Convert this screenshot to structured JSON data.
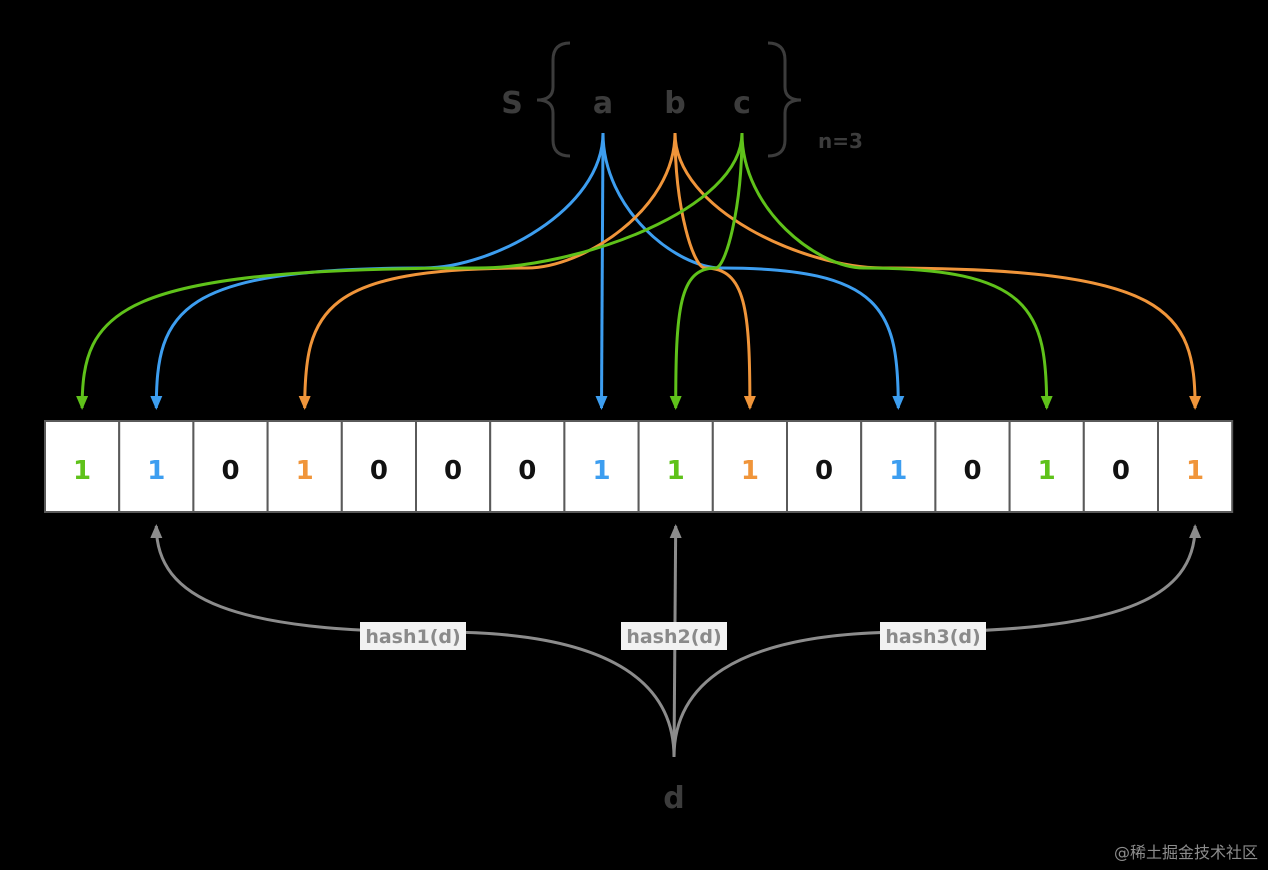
{
  "set": {
    "label": "S",
    "size_label": "n=3"
  },
  "elements": [
    {
      "name": "a",
      "color": "#3d9ef0",
      "targets": [
        1,
        7,
        11
      ]
    },
    {
      "name": "b",
      "color": "#f0953a",
      "targets": [
        3,
        9,
        15
      ]
    },
    {
      "name": "c",
      "color": "#5fc21a",
      "targets": [
        0,
        8,
        13
      ]
    }
  ],
  "bits": [
    "1",
    "1",
    "0",
    "1",
    "0",
    "0",
    "0",
    "1",
    "1",
    "1",
    "0",
    "1",
    "0",
    "1",
    "0",
    "1"
  ],
  "query": {
    "name": "d",
    "color": "#8c8c8c",
    "targets": [
      1,
      8,
      15
    ],
    "hash_labels": [
      "hash1(d)",
      "hash2(d)",
      "hash3(d)"
    ]
  },
  "colors": {
    "zero_bit": "#111111",
    "text_dim": "#3c3c3c",
    "query": "#8c8c8c"
  },
  "watermark": "@稀土掘金技术社区"
}
